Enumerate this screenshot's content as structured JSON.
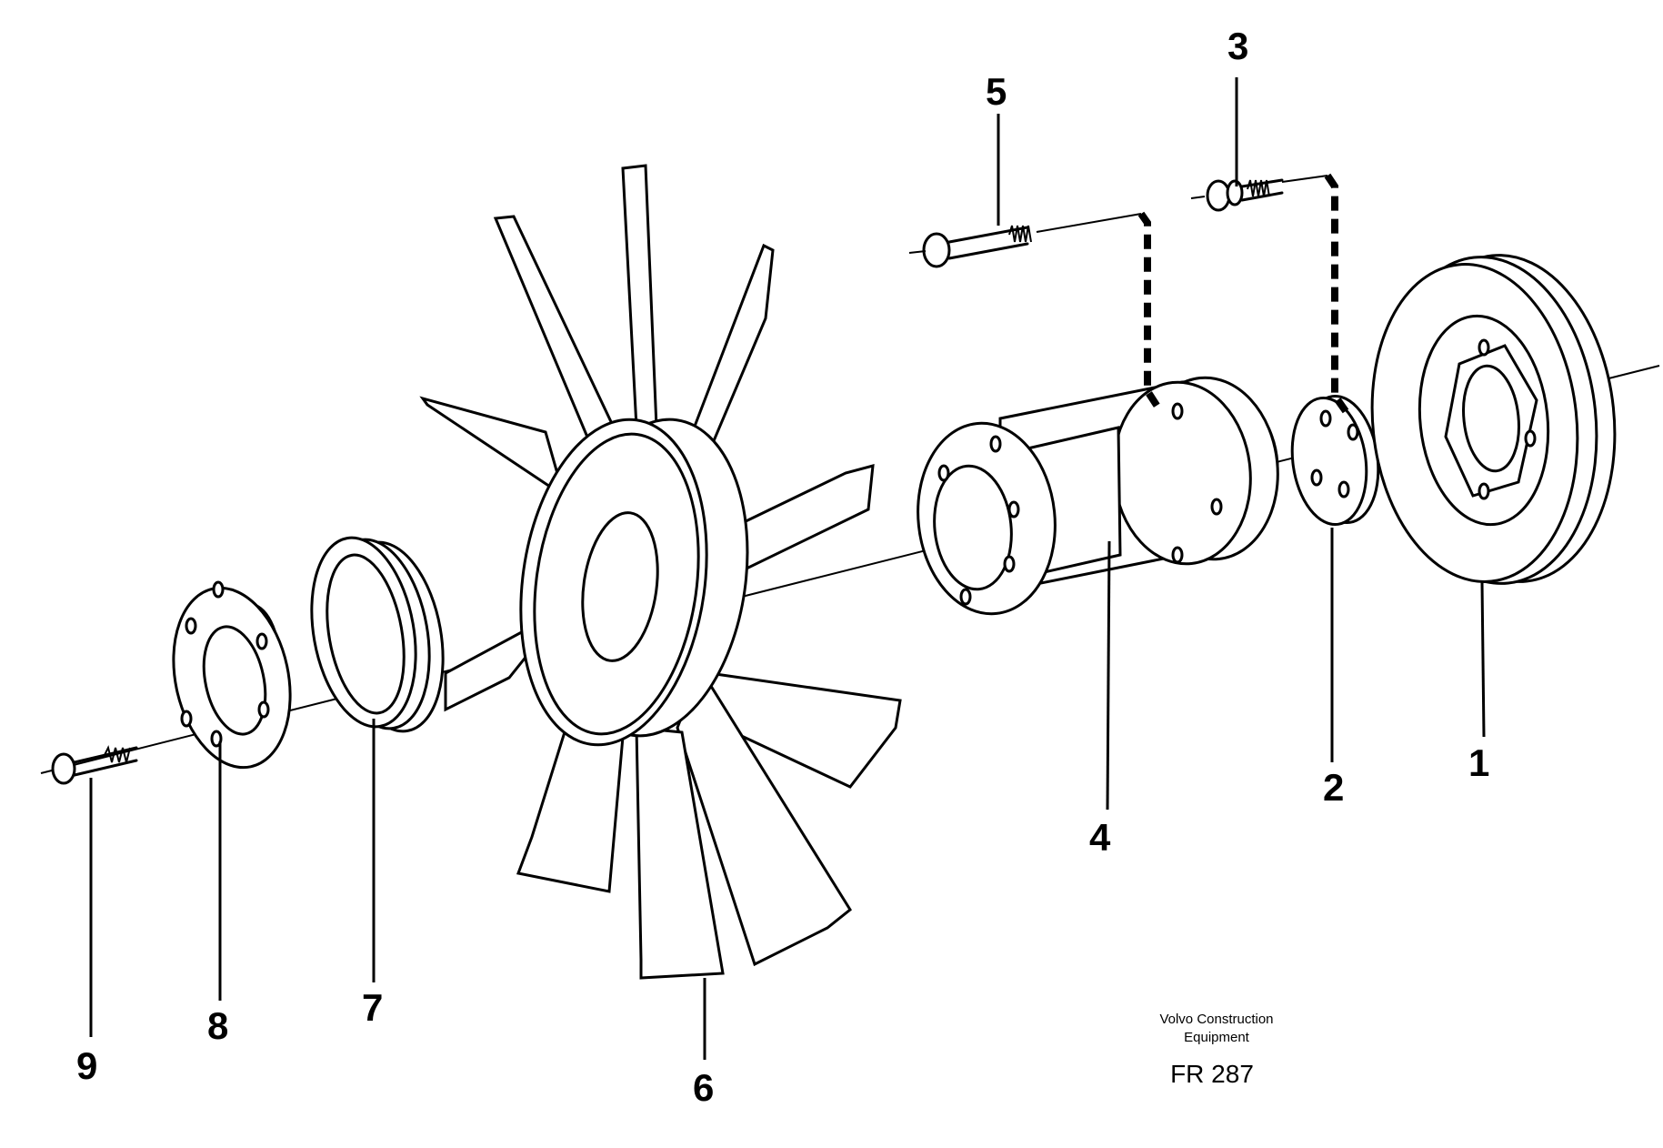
{
  "callouts": [
    "1",
    "2",
    "3",
    "4",
    "5",
    "6",
    "7",
    "8",
    "9"
  ],
  "footer": {
    "company_line1": "Volvo Construction",
    "company_line2": "Equipment",
    "figure_code": "FR 287"
  }
}
